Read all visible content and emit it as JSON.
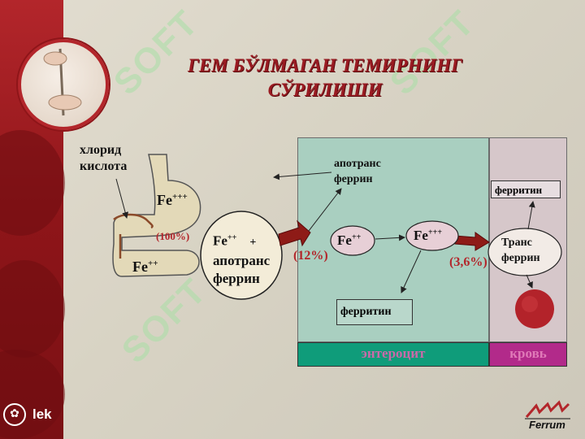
{
  "title": {
    "line1": "ГЕМ БЎЛМАГАН ТЕМИРНИНГ",
    "line2": "СЎРИЛИШИ"
  },
  "watermark": "SOFT",
  "labels": {
    "acid_line1": "хлорид",
    "acid_line2": "кислота",
    "fe3_stomach": "Fe",
    "fe3_stomach_sup": "+++",
    "pct_100": "(100%)",
    "fe2_intestine": "Fe",
    "fe2_intestine_sup": "++",
    "complex_fe": "Fe",
    "complex_sup": "++",
    "complex_plus": "+",
    "complex_line2": "апотранс",
    "complex_line3": "феррин",
    "pct_12": "(12%)",
    "apotransferrin_line1": "апотранс",
    "apotransferrin_line2": "феррин",
    "cell_fe2": "Fe",
    "cell_fe2_sup": "++",
    "cell_fe3": "Fe",
    "cell_fe3_sup": "+++",
    "cell_ferritin": "ферритин",
    "pct_3_6": "(3,6%)",
    "blood_ferritin": "ферритин",
    "transferrin_line1": "Транс",
    "transferrin_line2": "феррин",
    "cell_bar": "энтероцит",
    "blood_bar": "кровь"
  },
  "branding": {
    "lek": "lek",
    "ferrum": "Ferrum"
  },
  "colors": {
    "accent_red": "#b3262b",
    "cell_bg": "#a9cfc0",
    "blood_bg": "#d6c7ca",
    "arrow": "#8e1b17"
  }
}
